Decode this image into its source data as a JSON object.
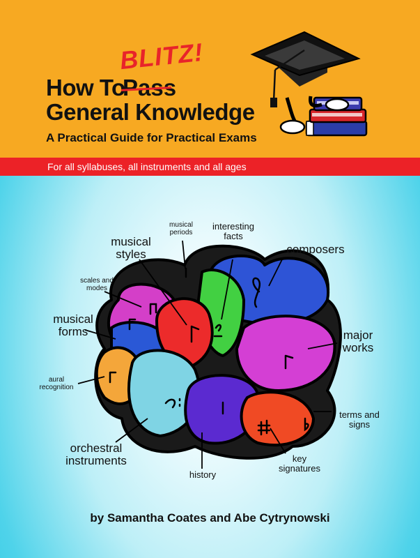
{
  "cover": {
    "title_word1": "How To",
    "struck_word": "Pass",
    "inserted_word": "BLITZ!",
    "title_line2": "General Knowledge",
    "subtitle": "A Practical Guide for Practical Exams",
    "banner": "For all syllabuses, all instruments and all ages",
    "authors": "by Samantha Coates and Abe Cytrynowski"
  },
  "labels": {
    "musical_periods": "musical periods",
    "interesting_facts": "interesting facts",
    "composers": "composers",
    "musical_styles": "musical styles",
    "scales_and_modes": "scales and modes",
    "musical_forms": "musical forms",
    "major_works": "major works",
    "aural_recognition": "aural recognition",
    "terms_and_signs": "terms and signs",
    "orchestral_instruments": "orchestral instruments",
    "key_signatures": "key signatures",
    "history": "history"
  },
  "colors": {
    "header_orange": "#f7a922",
    "banner_red": "#ec2227",
    "background_cyan": "#2cc7e2"
  },
  "icons": [
    "graduation-cap-icon",
    "books-icon",
    "brain-icon",
    "treble-clef-icon",
    "bass-clef-icon",
    "music-note-icon",
    "sharp-icon",
    "flat-icon"
  ]
}
